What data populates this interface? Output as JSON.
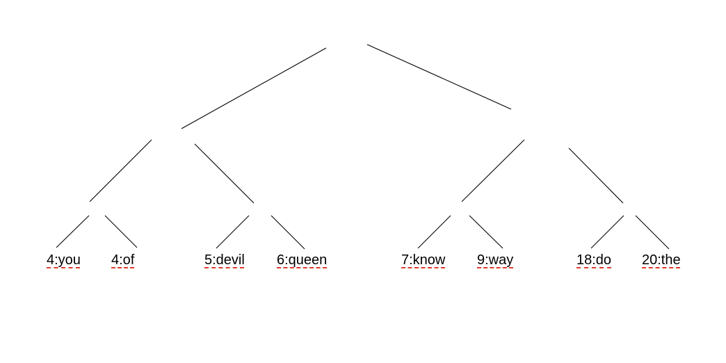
{
  "tree": {
    "leaves": [
      {
        "label": "4:you"
      },
      {
        "label": "4:of"
      },
      {
        "label": "5:devil"
      },
      {
        "label": "6:queen"
      },
      {
        "label": "7:know"
      },
      {
        "label": "9:way"
      },
      {
        "label": "18:do"
      },
      {
        "label": "20:the"
      }
    ],
    "spellcheck_underline_color": "#e03a2e"
  }
}
